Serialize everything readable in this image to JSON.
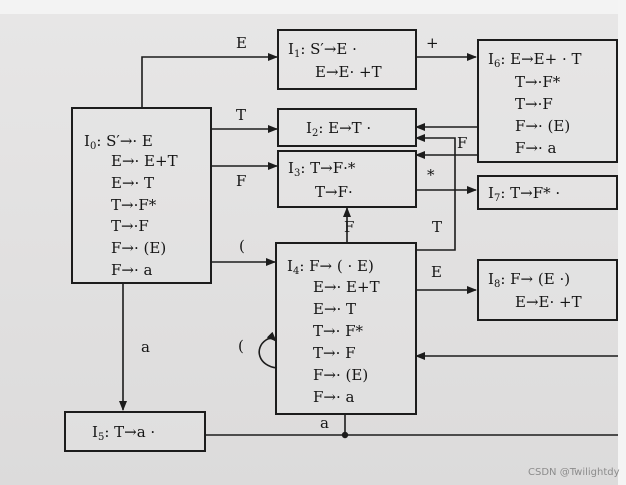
{
  "states": {
    "i0": {
      "name": "I",
      "sub": "0",
      "items": [
        ": S′→· E",
        "E→· E+T",
        "E→· T",
        "T→·F*",
        "T→·F",
        "F→· (E)",
        "F→· a"
      ]
    },
    "i1": {
      "name": "I",
      "sub": "1",
      "items": [
        ": S′→E ·",
        "E→E· +T"
      ]
    },
    "i2": {
      "name": "I",
      "sub": "2",
      "items": [
        ": E→T ·"
      ]
    },
    "i3": {
      "name": "I",
      "sub": "3",
      "items": [
        ": T→F·*",
        "T→F·"
      ]
    },
    "i4": {
      "name": "I",
      "sub": "4",
      "items": [
        ": F→ ( · E)",
        "E→· E+T",
        "E→· T",
        "T→· F*",
        "T→· F",
        "F→· (E)",
        "F→· a"
      ]
    },
    "i5": {
      "name": "I",
      "sub": "5",
      "items": [
        ": T→a ·"
      ]
    },
    "i6": {
      "name": "I",
      "sub": "6",
      "items": [
        ": E→E+ · T",
        "T→·F*",
        "T→·F",
        "F→· (E)",
        "F→· a"
      ]
    },
    "i7": {
      "name": "I",
      "sub": "7",
      "items": [
        ": T→F* ·"
      ]
    },
    "i8": {
      "name": "I",
      "sub": "8",
      "items": [
        ": F→ (E ·)",
        "E→E· +T"
      ]
    }
  },
  "edges": {
    "e_i0_i1": "E",
    "e_i0_i2": "T",
    "e_i0_i3": "F",
    "e_i0_i4": "(",
    "e_i0_i5": "a",
    "e_i1_i6": "+",
    "e_i6_i2": "",
    "e_i6_i3": "F",
    "e_i3_i7": "*",
    "e_i4_i3": "F",
    "e_i4_i2": "T",
    "e_i4_i8": "E",
    "e_i4_self": "(",
    "e_i4_a": "a"
  },
  "watermark": "CSDN @Twilightdy"
}
